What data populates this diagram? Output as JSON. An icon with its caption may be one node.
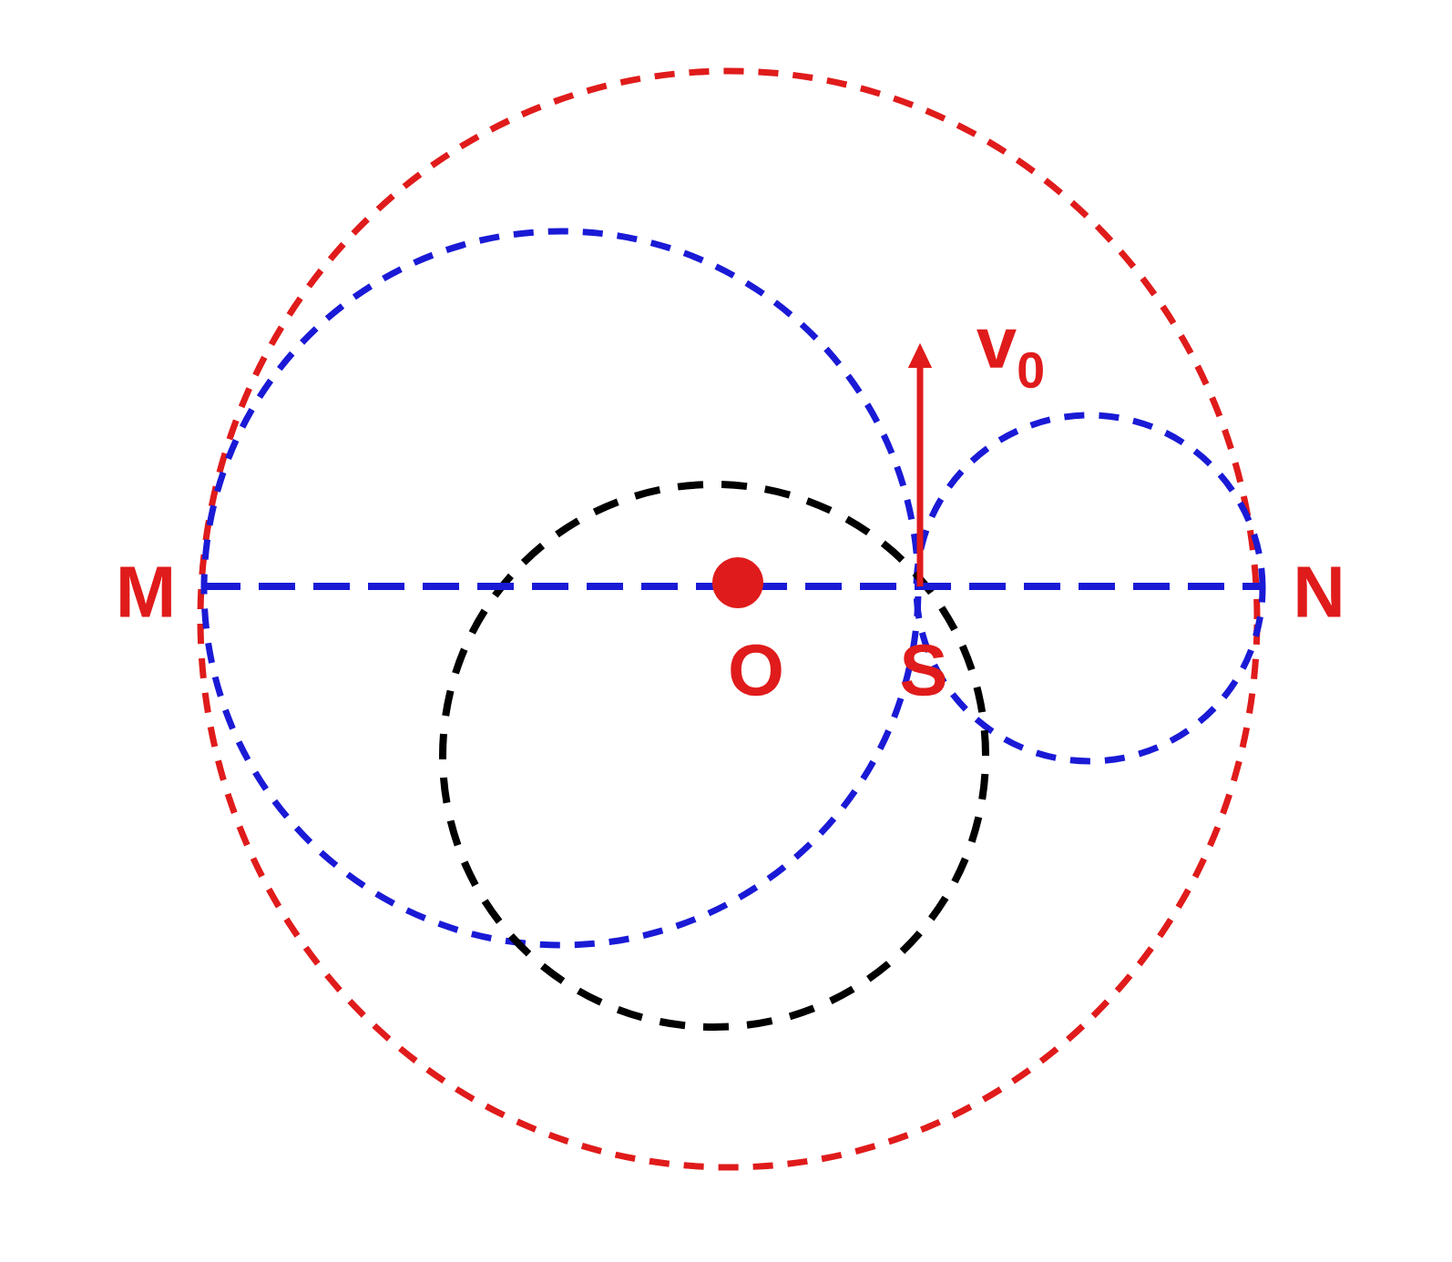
{
  "diagram": {
    "labels": [
      "M",
      "O",
      "S",
      "v$_{0}$",
      "N"
    ]
  }
}
